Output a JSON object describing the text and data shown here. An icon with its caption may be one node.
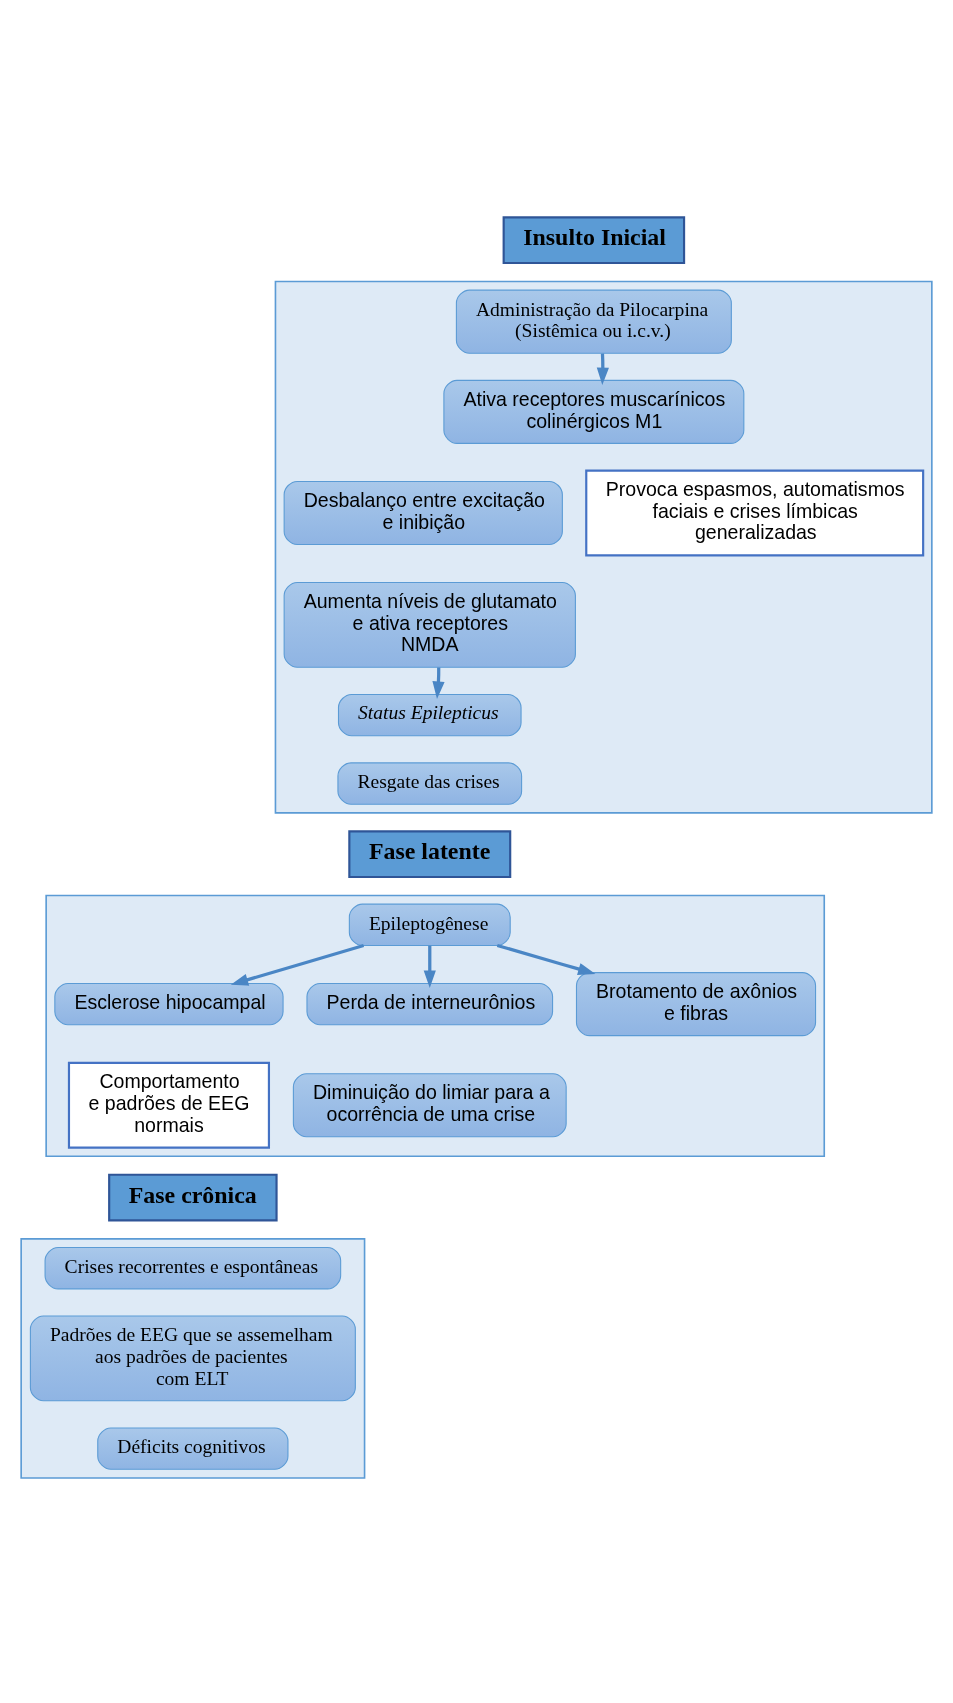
{
  "diagram": {
    "nodes": [
      {
        "text": [],
        "shape": "box"
      },
      {
        "text": [
          "Insulto Inicial"
        ]
      },
      {
        "text": [
          "Administração da Pilocarpina (Sistêmica ou i.c.v.)"
        ],
        "in": 0
      },
      {
        "text": [
          "Ativa receptores muscarínicos colinérgicos M1"
        ],
        "in": 0
      },
      {
        "text": [
          "Desbalanço entre excitação e inibição"
        ],
        "in": 0
      },
      {
        "text": [
          "Provoca espasmos, automatismos faciais e crises límbicas generalizadas"
        ],
        "in": 0
      },
      {
        "text": [
          "Aumenta níveis de glutamato  e ativa receptores NMDA"
        ],
        "in": 0
      },
      {
        "text": [
          "Status Epilepticus"
        ],
        "in": 0
      },
      {
        "text": [
          "Resgate das crises"
        ],
        "in": 0
      },
      {
        "text": [],
        "shape": "box"
      },
      {
        "text": [
          "Fase latente"
        ]
      },
      {
        "text": [
          "Epileptogênese"
        ],
        "in": 9
      },
      {
        "text": [
          "Esclerose hipocampal"
        ],
        "in": 9
      },
      {
        "text": [
          "Perda de interneurônios"
        ],
        "in": 9
      },
      {
        "text": [
          "Brotamento de axônios e fibras"
        ],
        "in": 9
      },
      {
        "text": [
          "Comportamento e padrões de EEG normais"
        ],
        "in": 9
      },
      {
        "text": [
          "Diminuição do limiar para a ocorrência de uma crise"
        ],
        "in": 9
      },
      {
        "text": [],
        "shape": "box"
      },
      {
        "text": [
          "Fase crônica"
        ]
      },
      {
        "text": [
          "Crises recorrentes e espontâneas"
        ],
        "in": 17
      },
      {
        "text": [
          "Padrões de EEG que se assemelham aos padrões de pacientes com ELT"
        ],
        "in": 17
      },
      {
        "text": [
          "Déficits cognitivos"
        ],
        "in": 17
      }
    ],
    "edges": [
      {
        "from": 2,
        "to": 3,
        "arrow": "to"
      },
      {
        "from": 6,
        "to": 7,
        "arrow": "to"
      },
      {
        "from": 11,
        "to": 12,
        "arrow": "to"
      },
      {
        "from": 11,
        "to": 13,
        "arrow": "to"
      },
      {
        "from": 11,
        "to": 14,
        "arrow": "to"
      }
    ]
  }
}
